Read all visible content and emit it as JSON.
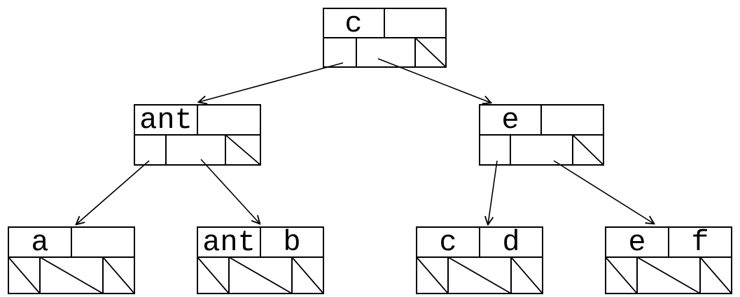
{
  "diagram": {
    "type": "b-tree-diagram",
    "background_color": "#ffffff",
    "line_color": "#000000",
    "nodes": {
      "root": {
        "key1": "c",
        "key2": "",
        "null_pointer_slots": [
          3
        ]
      },
      "left_internal": {
        "key1": "ant",
        "key2": "",
        "null_pointer_slots": [
          3
        ]
      },
      "right_internal": {
        "key1": "e",
        "key2": "",
        "null_pointer_slots": [
          3
        ]
      },
      "leaf_a": {
        "key1": "a",
        "key2": "",
        "null_pointer_slots": [
          1,
          2,
          3
        ]
      },
      "leaf_ant_b": {
        "key1": "ant",
        "key2": "b",
        "null_pointer_slots": [
          1,
          2,
          3
        ]
      },
      "leaf_c_d": {
        "key1": "c",
        "key2": "d",
        "null_pointer_slots": [
          1,
          2,
          3
        ]
      },
      "leaf_e_f": {
        "key1": "e",
        "key2": "f",
        "null_pointer_slots": [
          1,
          2,
          3
        ]
      }
    },
    "edges": [
      {
        "from": "root",
        "to": "left_internal"
      },
      {
        "from": "root",
        "to": "right_internal"
      },
      {
        "from": "left_internal",
        "to": "leaf_a"
      },
      {
        "from": "left_internal",
        "to": "leaf_ant_b"
      },
      {
        "from": "right_internal",
        "to": "leaf_c_d"
      },
      {
        "from": "right_internal",
        "to": "leaf_e_f"
      }
    ]
  }
}
